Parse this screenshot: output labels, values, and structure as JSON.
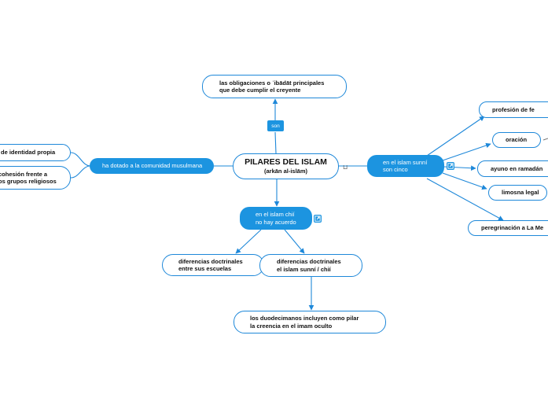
{
  "root": {
    "title": "PILARES DEL ISLAM",
    "subtitle": "(arkān al-islām)"
  },
  "top": {
    "link_label": "son",
    "node": "las obligaciones o ʿibādāt principales\nque debe cumplir el creyente"
  },
  "left": {
    "link": "ha dotado a la comunidad musulmana",
    "children": [
      "de identidad propia",
      "cohesión frente a\nos grupos religiosos"
    ]
  },
  "bottom": {
    "link": "en el islam chií\nno hay acuerdo",
    "children": [
      "diferencias doctrinales\nentre sus escuelas",
      "diferencias doctrinales\nel islam sunní / chií"
    ],
    "grandchild": "los duodecimanos incluyen como pilar\nla creencia en el imam oculto"
  },
  "right": {
    "link": "en el islam sunní\nson cinco",
    "children": [
      "profesión de fe",
      "oración",
      "ayuno en ramadán",
      "limosna legal",
      "peregrinación a La Me"
    ]
  },
  "colors": {
    "accent": "#1c94e0",
    "line": "#1e88d9",
    "text": "#111111"
  },
  "icons": [
    "external-link-icon",
    "external-link-icon",
    "collapse-toggle-icon",
    "collapse-toggle-icon"
  ]
}
